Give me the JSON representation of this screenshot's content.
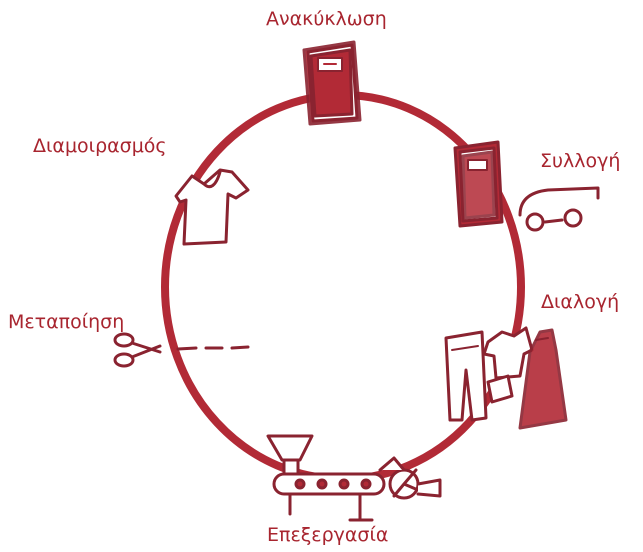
{
  "colors": {
    "accent": "#b22a36",
    "ink": "#8a2330",
    "label": "#a8252f"
  },
  "stages": {
    "recycling": {
      "label": "Ανακύκλωση",
      "icon": "recycling-bin-icon"
    },
    "collection": {
      "label": "Συλλογή",
      "icon": "collection-bin-truck-icon"
    },
    "sorting": {
      "label": "Διαλογή",
      "icon": "sorted-clothes-icon"
    },
    "processing": {
      "label": "Επεξεργασία",
      "icon": "processing-machine-icon"
    },
    "upcycling": {
      "label": "Μεταποίηση",
      "icon": "scissors-icon"
    },
    "sharing": {
      "label": "Διαμοιρασμός",
      "icon": "tshirt-icon"
    }
  }
}
